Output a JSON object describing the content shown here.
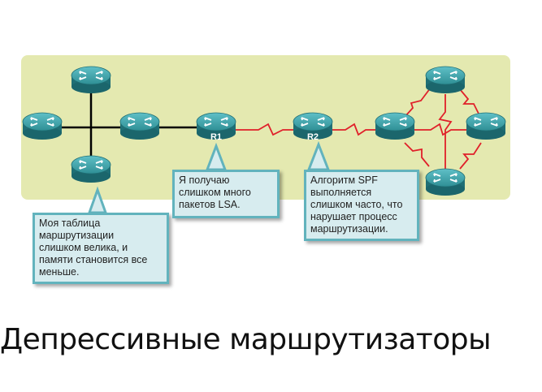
{
  "diagram": {
    "routers": [
      {
        "id": "top-left"
      },
      {
        "id": "left"
      },
      {
        "id": "center-left"
      },
      {
        "id": "bottom-left"
      },
      {
        "id": "r1",
        "label": "R1"
      },
      {
        "id": "r2",
        "label": "R2"
      },
      {
        "id": "mesh-left"
      },
      {
        "id": "mesh-top"
      },
      {
        "id": "mesh-right"
      },
      {
        "id": "mesh-bottom"
      }
    ],
    "callouts": [
      {
        "text": "Моя таблица\nмаршрутизации\nслишком велика, и\nпамяти становится все\nменьше."
      },
      {
        "text": "Я получаю\nслишком много\nпакетов LSA."
      },
      {
        "text": "Алгоритм SPF\nвыполняется\nслишком часто, что\nнарушает процесс\nмаршрутизации."
      }
    ],
    "colors": {
      "panel": "#e4e9b0",
      "router_body": "#2f8f95",
      "wan_link": "#e0202a",
      "ethernet_link": "#000000",
      "callout_fill": "#d7ecef",
      "callout_border": "#62b3bd"
    }
  },
  "title": "Депрессивные маршрутизаторы"
}
